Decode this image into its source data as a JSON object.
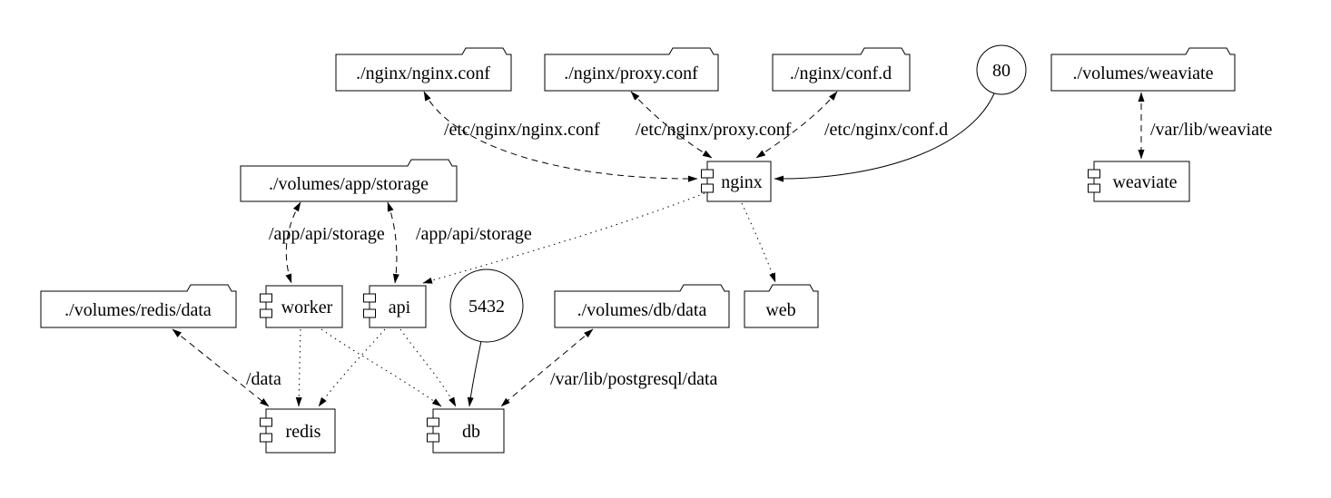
{
  "diagram": {
    "kind": "docker-compose service graph",
    "background_color": "#ffffff",
    "stroke_color": "#000000"
  },
  "nodes": {
    "nginx_conf_vol": {
      "label": "./nginx/nginx.conf",
      "type": "volume-folder"
    },
    "proxy_conf_vol": {
      "label": "./nginx/proxy.conf",
      "type": "volume-folder"
    },
    "conf_d_vol": {
      "label": "./nginx/conf.d",
      "type": "volume-folder"
    },
    "port_80": {
      "label": "80",
      "type": "port"
    },
    "weaviate_vol": {
      "label": "./volumes/weaviate",
      "type": "volume-folder"
    },
    "app_storage_vol": {
      "label": "./volumes/app/storage",
      "type": "volume-folder"
    },
    "nginx": {
      "label": "nginx",
      "type": "service-component"
    },
    "weaviate": {
      "label": "weaviate",
      "type": "service-component"
    },
    "redis_data_vol": {
      "label": "./volumes/redis/data",
      "type": "volume-folder"
    },
    "worker": {
      "label": "worker",
      "type": "service-component"
    },
    "api": {
      "label": "api",
      "type": "service-component"
    },
    "port_5432": {
      "label": "5432",
      "type": "port"
    },
    "db_data_vol": {
      "label": "./volumes/db/data",
      "type": "volume-folder"
    },
    "web": {
      "label": "web",
      "type": "folder"
    },
    "redis": {
      "label": "redis",
      "type": "service-component"
    },
    "db": {
      "label": "db",
      "type": "service-component"
    }
  },
  "edges": [
    {
      "from": "nginx",
      "to": "./nginx/nginx.conf",
      "label": "/etc/nginx/nginx.conf",
      "style": "dashed",
      "arrows": "both"
    },
    {
      "from": "nginx",
      "to": "./nginx/proxy.conf",
      "label": "/etc/nginx/proxy.conf",
      "style": "dashed",
      "arrows": "both"
    },
    {
      "from": "nginx",
      "to": "./nginx/conf.d",
      "label": "/etc/nginx/conf.d",
      "style": "dashed",
      "arrows": "both"
    },
    {
      "from": "weaviate",
      "to": "./volumes/weaviate",
      "label": "/var/lib/weaviate",
      "style": "dashed",
      "arrows": "both"
    },
    {
      "from": "worker",
      "to": "./volumes/app/storage",
      "label": "/app/api/storage",
      "style": "dashed",
      "arrows": "both"
    },
    {
      "from": "api",
      "to": "./volumes/app/storage",
      "label": "/app/api/storage",
      "style": "dashed",
      "arrows": "both"
    },
    {
      "from": "redis",
      "to": "./volumes/redis/data",
      "label": "/data",
      "style": "dashed",
      "arrows": "both"
    },
    {
      "from": "db",
      "to": "./volumes/db/data",
      "label": "/var/lib/postgresql/data",
      "style": "dashed",
      "arrows": "both"
    },
    {
      "from": "80",
      "to": "nginx",
      "label": "",
      "style": "solid",
      "arrows": "end"
    },
    {
      "from": "5432",
      "to": "db",
      "label": "",
      "style": "solid",
      "arrows": "end"
    },
    {
      "from": "nginx",
      "to": "api",
      "label": "",
      "style": "dotted",
      "arrows": "end"
    },
    {
      "from": "nginx",
      "to": "web",
      "label": "",
      "style": "dotted",
      "arrows": "end"
    },
    {
      "from": "worker",
      "to": "redis",
      "label": "",
      "style": "dotted",
      "arrows": "end"
    },
    {
      "from": "worker",
      "to": "db",
      "label": "",
      "style": "dotted",
      "arrows": "end"
    },
    {
      "from": "api",
      "to": "redis",
      "label": "",
      "style": "dotted",
      "arrows": "end"
    },
    {
      "from": "api",
      "to": "db",
      "label": "",
      "style": "dotted",
      "arrows": "end"
    }
  ]
}
